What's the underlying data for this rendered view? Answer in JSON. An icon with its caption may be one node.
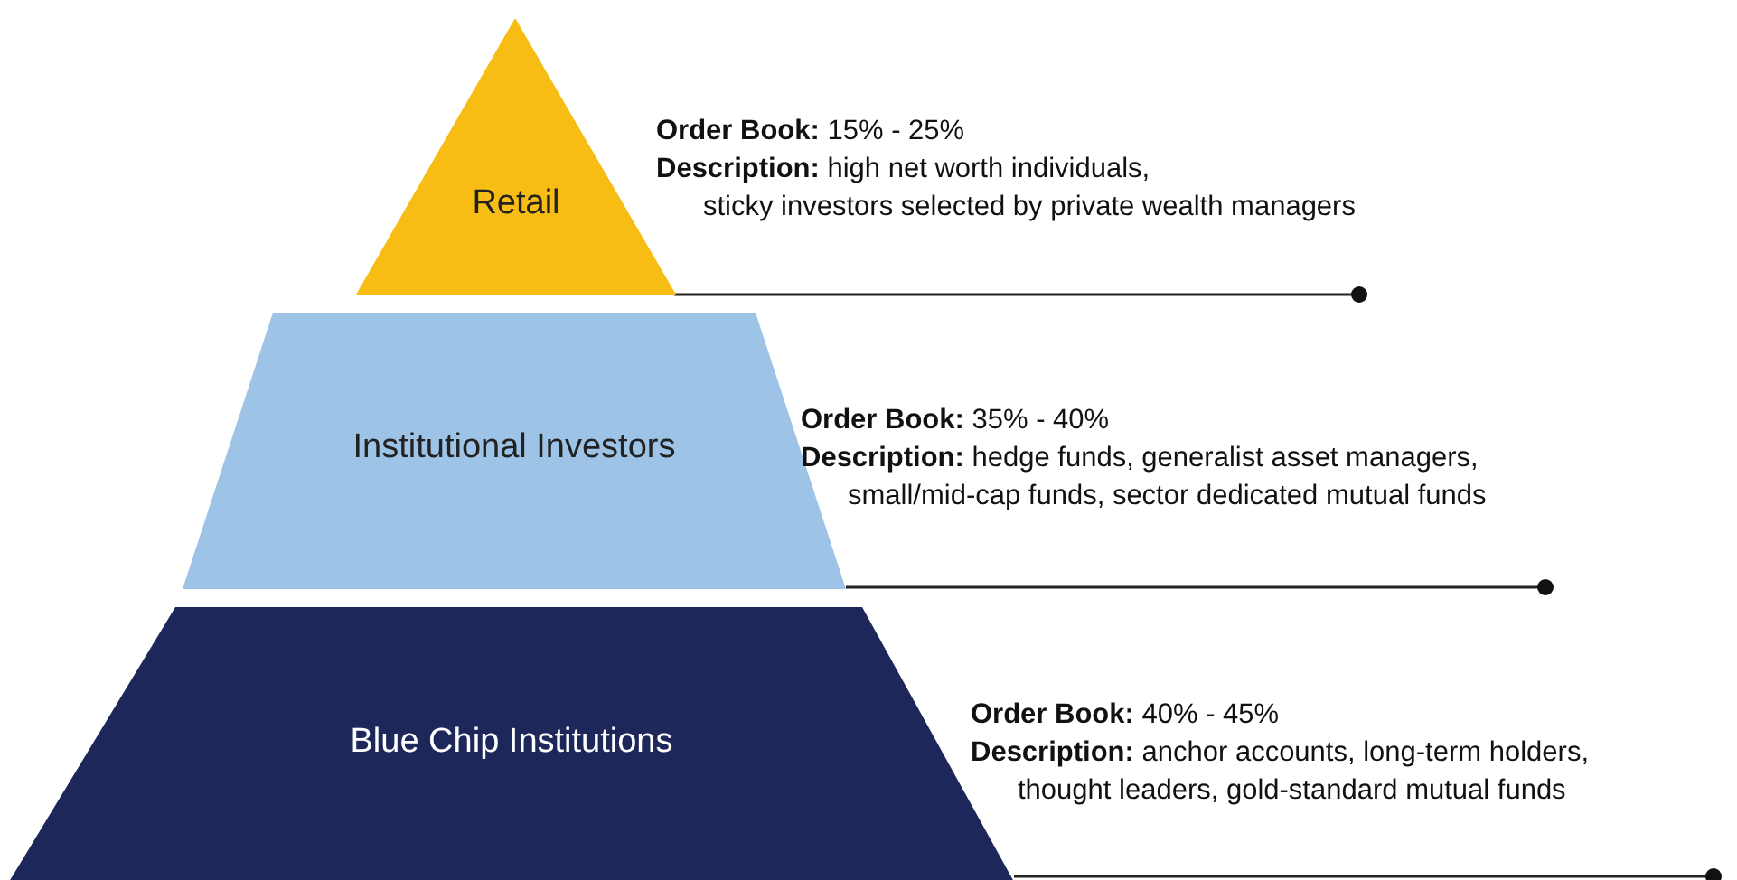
{
  "diagram": {
    "nodes": [
      {
        "text": [
          "Retail"
        ],
        "beside": [
          "**Order Book:** 15% - 25%",
          "**Description:** high net worth individuals, sticky investors selected by private wealth managers"
        ]
      },
      {
        "text": [
          "Institutional Investors"
        ],
        "beside": [
          "**Order Book:** 35% - 40%",
          "**Description:** hedge funds, generalist asset managers, small/mid-cap funds, sector dedicated mutual funds"
        ]
      },
      {
        "text": [
          "Blue Chip Institutions"
        ],
        "beside": [
          "**Order Book:** 40% - 45%",
          "**Description:** anchor accounts, long-term holders, thought leaders, gold-standard mutual funds"
        ]
      }
    ]
  }
}
